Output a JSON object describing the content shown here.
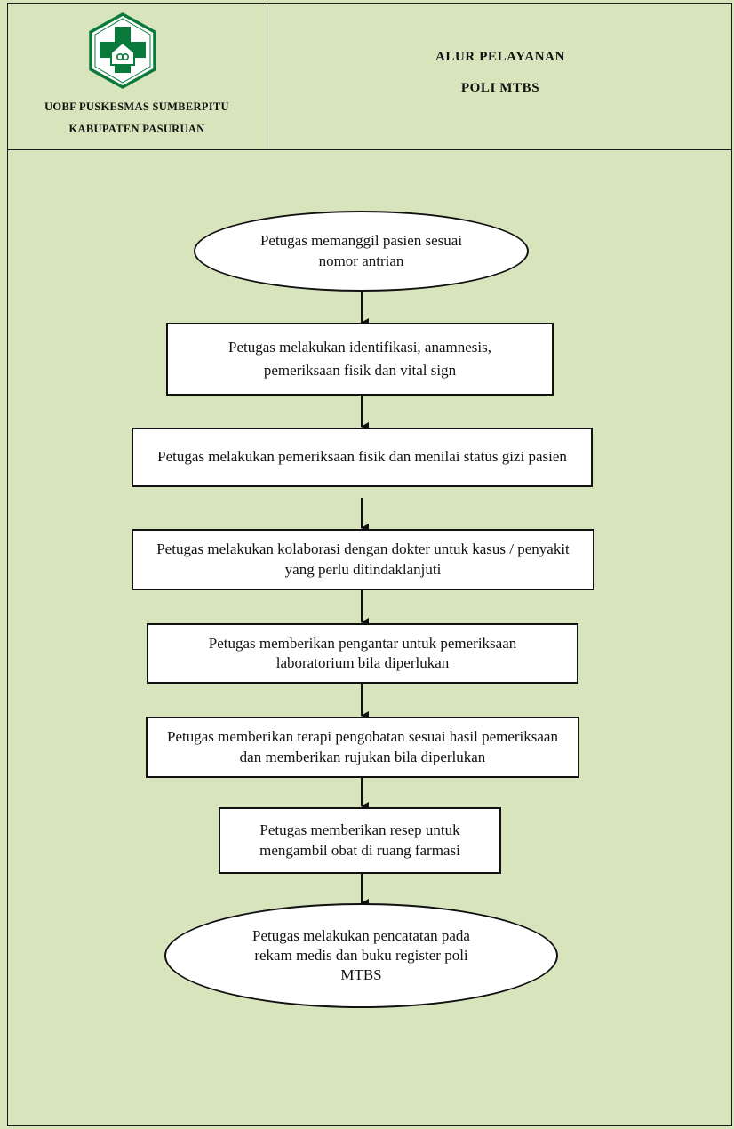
{
  "header": {
    "org_line1": "UOBF PUSKESMAS SUMBERPITU",
    "org_line2": "KABUPATEN PASURUAN",
    "title_line1": "ALUR PELAYANAN",
    "title_line2": "POLI MTBS",
    "logo_icon": "puskesmas-logo-icon",
    "logo_color": "#0a7a3a"
  },
  "flow": {
    "start": "Petugas memanggil pasien sesuai nomor antrian",
    "steps": [
      "Petugas melakukan identifikasi, anamnesis, pemeriksaan fisik dan vital sign",
      "Petugas melakukan pemeriksaan fisik dan menilai status gizi pasien",
      "Petugas melakukan kolaborasi dengan dokter untuk kasus / penyakit yang perlu ditindaklanjuti",
      "Petugas memberikan pengantar untuk pemeriksaan laboratorium bila diperlukan",
      "Petugas memberikan terapi pengobatan sesuai hasil pemeriksaan dan memberikan rujukan bila diperlukan",
      "Petugas memberikan resep untuk mengambil obat di ruang farmasi"
    ],
    "end": "Petugas melakukan pencatatan pada rekam medis dan buku register poli MTBS"
  },
  "colors": {
    "background": "#d8e4bc",
    "box_fill": "#ffffff",
    "stroke": "#111111"
  }
}
